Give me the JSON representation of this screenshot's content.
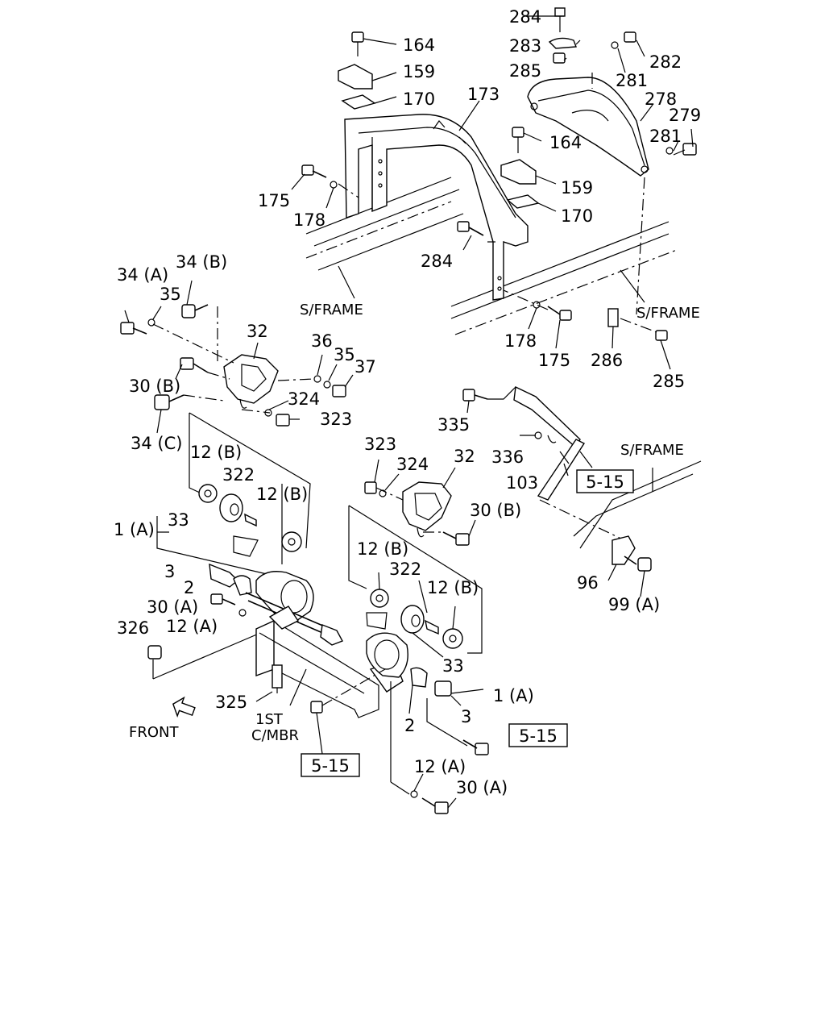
{
  "callouts": {
    "p284_top": "284",
    "p283": "283",
    "p285_top": "285",
    "p282": "282",
    "p281_a": "281",
    "p278": "278",
    "p279": "279",
    "p281_b": "281",
    "p164_a": "164",
    "p159_a": "159",
    "p170_a": "170",
    "p173": "173",
    "p164_b": "164",
    "p159_b": "159",
    "p170_b": "170",
    "p175_a": "175",
    "p178_a": "178",
    "p284_mid": "284",
    "p178_b": "178",
    "p175_b": "175",
    "p286": "286",
    "p285_b": "285",
    "p34a": "34 (A)",
    "p34b": "34 (B)",
    "p35_a": "35",
    "p32_a": "32",
    "p36": "36",
    "p35_b": "35",
    "p37": "37",
    "p30b_a": "30 (B)",
    "p324_a": "324",
    "p323_a": "323",
    "p34c": "34 (C)",
    "p12b_a": "12 (B)",
    "p322_a": "322",
    "p12b_b": "12 (B)",
    "p33_a": "33",
    "p1a_a": "1 (A)",
    "p3_a": "3",
    "p2_a": "2",
    "p30a_a": "30 (A)",
    "p12a_a": "12 (A)",
    "p326": "326",
    "p325": "325",
    "p323_b": "323",
    "p324_b": "324",
    "p32_b": "32",
    "p30b_b": "30 (B)",
    "p12b_c": "12 (B)",
    "p322_b": "322",
    "p12b_d": "12 (B)",
    "p33_b": "33",
    "p1a_b": "1 (A)",
    "p3_b": "3",
    "p2_b": "2",
    "p12a_b": "12 (A)",
    "p30a_b": "30 (A)",
    "p335": "335",
    "p336": "336",
    "p103": "103",
    "p96": "96",
    "p99a": "99 (A)"
  },
  "notes": {
    "sframe_a": "S/FRAME",
    "sframe_b": "S/FRAME",
    "sframe_c": "S/FRAME",
    "first_cmbr_line1": "1ST",
    "first_cmbr_line2": "C/MBR",
    "front": "FRONT"
  },
  "refs": {
    "ref_a": "5-15",
    "ref_b": "5-15",
    "ref_c": "5-15"
  }
}
